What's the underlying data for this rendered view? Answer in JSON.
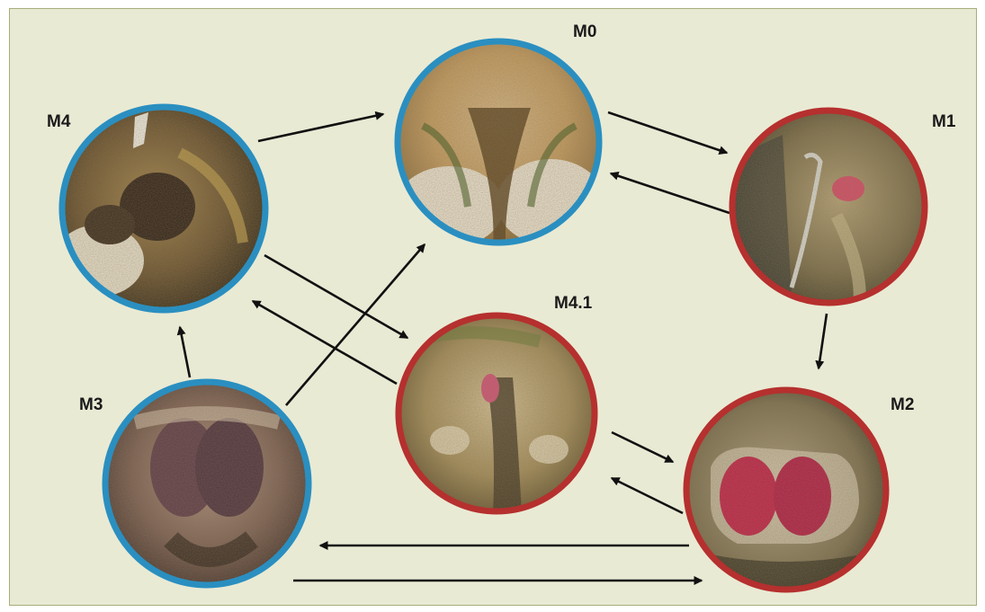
{
  "colors": {
    "background": "#e9ead4",
    "panel_border": "#a7ad7a",
    "healthy_ring": "#2a8fc0",
    "lesion_ring": "#b5302e",
    "arrow": "#111111"
  },
  "stages": [
    {
      "id": "m0",
      "label": "M0",
      "ring": "healthy"
    },
    {
      "id": "m1",
      "label": "M1",
      "ring": "lesion"
    },
    {
      "id": "m2",
      "label": "M2",
      "ring": "lesion"
    },
    {
      "id": "m3",
      "label": "M3",
      "ring": "healthy"
    },
    {
      "id": "m4",
      "label": "M4",
      "ring": "healthy"
    },
    {
      "id": "m41",
      "label": "M4.1",
      "ring": "lesion"
    }
  ],
  "transitions": [
    {
      "from": "M4",
      "to": "M0"
    },
    {
      "from": "M0",
      "to": "M1"
    },
    {
      "from": "M1",
      "to": "M0"
    },
    {
      "from": "M1",
      "to": "M2"
    },
    {
      "from": "M4",
      "to": "M4.1"
    },
    {
      "from": "M4.1",
      "to": "M4"
    },
    {
      "from": "M3",
      "to": "M4"
    },
    {
      "from": "M3",
      "to": "M0"
    },
    {
      "from": "M4.1",
      "to": "M2"
    },
    {
      "from": "M2",
      "to": "M4.1"
    },
    {
      "from": "M2",
      "to": "M3"
    },
    {
      "from": "M3",
      "to": "M2"
    }
  ]
}
